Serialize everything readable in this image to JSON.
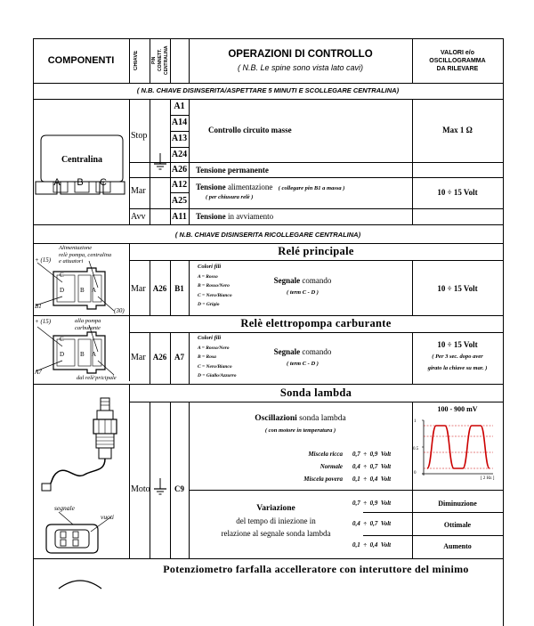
{
  "header": {
    "componenti": "COMPONENTI",
    "chiave": "CHIAVE",
    "pin_lines": [
      "PIN",
      "CONNETT.",
      "CENTRALINA"
    ],
    "operazioni_title": "OPERAZIONI DI CONTROLLO",
    "operazioni_sub": "( N.B. Le spine sono vista lato cavi)",
    "valori_lines": [
      "VALORI e/o",
      "OSCILLOGRAMMA",
      "DA RILEVARE"
    ]
  },
  "notes": {
    "nb1": "( N.B. CHIAVE DISINSERITA/ASPETTARE 5 MINUTI E SCOLLEGARE CENTRALINA)",
    "nb2": "( N.B. CHIAVE DISINSERITA RICOLLEGARE  CENTRALINA)"
  },
  "centralina": {
    "label": "Centralina",
    "conn": [
      "A",
      "B",
      "C"
    ],
    "stop": "Stop",
    "mar": "Mar",
    "avv": "Avv",
    "pins": [
      "A1",
      "A14",
      "A13",
      "A24",
      "A26",
      "A12",
      "A25",
      "A11"
    ],
    "controllo_masse": "Controllo circuito masse",
    "max": "Max  1 Ω",
    "tensione_perm": "Tensione permanente",
    "tens_alim_b": "Tensione",
    "tens_alim_n": " alimentazione",
    "tens_alim_note": "( collegare pin B1 a massa )",
    "tens_alim_note2": "( per chiusura relè )",
    "tens_avv_b": "Tensione",
    "tens_avv_n": " in avviamento",
    "range": "10  ÷  15  Volt"
  },
  "rele_principale": {
    "title": "Relé principale",
    "diag_top": [
      "Alimentazione",
      "relè pompa, centralina",
      "e attuatori"
    ],
    "diag_15": "+ (15)",
    "diag_b1": "B1",
    "diag_30": "(30)",
    "diag_letters": [
      "C",
      "D",
      "B",
      "A"
    ],
    "mar": "Mar",
    "pin1": "A26",
    "pin2": "B1",
    "colori_title": "Colori fili",
    "colori": [
      "A = Rosso",
      "B = Rosso/Nero",
      "C = Nero/Bianco",
      "D = Grigio"
    ],
    "segnale_b": "Segnale",
    "segnale_n": " comando",
    "term": "( term C - D )",
    "range": "10  ÷  15  Volt"
  },
  "rele_pompa": {
    "title": "Relè elettropompa carburante",
    "diag_15": "+ (15)",
    "diag_top": [
      "alla pompa",
      "carburante"
    ],
    "diag_a7": "A7",
    "diag_bottom": "dal relè'pricipale",
    "diag_letters": [
      "C",
      "D",
      "B",
      "A"
    ],
    "mar": "Mar",
    "pin1": "A26",
    "pin2": "A7",
    "colori_title": "Colori fili",
    "colori": [
      "A = Rosso/Nero",
      "B = Rosa",
      "C = Nero/Bianco",
      "D = Giallo/Azzurro"
    ],
    "segnale_b": "Segnale",
    "segnale_n": " comando",
    "term": "( term C - D )",
    "range": "10  ÷  15  Volt",
    "range_note1": "( Per 3 sec. dopo aver",
    "range_note2": "girato la chiave su mar. )"
  },
  "sonda": {
    "title": "Sonda lambda",
    "segnale": "segnale",
    "vuoti": "vuoti",
    "moto": "Moto",
    "pin": "C9",
    "osc_b": "Oscillazioni",
    "osc_n": " sonda lambda",
    "osc_sub": "( con motore in temperatura )",
    "miscele": [
      {
        "label": "Miscela ricca",
        "value": "0,7  ÷  0,9  Volt"
      },
      {
        "label": "Normale",
        "value": "0,4  ÷  0,7  Volt"
      },
      {
        "label": "Miscela povera",
        "value": "0,1  ÷  0,4  Volt"
      }
    ],
    "chart_title": "100 - 900  mV",
    "chart_hz": "[ 2 Hz ]",
    "chart_y": [
      "1",
      "0.5",
      "0"
    ],
    "variazione_title": "Variazione",
    "variazione_l1": "del tempo di iniezione in",
    "variazione_l2": "relazione al segnale sonda lambda",
    "var_rows": [
      {
        "value": "0,7  ÷  0,9  Volt",
        "result": "Diminuzione"
      },
      {
        "value": "0,4  ÷  0,7  Volt",
        "result": "Ottimale"
      },
      {
        "value": "0,1  ÷  0,4  Volt",
        "result": "Aumento"
      }
    ]
  },
  "potenziometro": {
    "title": "Potenziometro farfalla accelleratore con interuttore del minimo"
  },
  "chart_data": {
    "type": "line",
    "title": "100 - 900  mV",
    "xlabel": "[ 2 Hz ]",
    "ylabel": "",
    "ylim": [
      0,
      1
    ],
    "yticks": [
      0,
      0.5,
      1
    ],
    "series": [
      {
        "values": [
          0.1,
          0.9,
          0.9,
          0.1,
          0.1,
          0.9,
          0.9,
          0.1
        ]
      }
    ],
    "colors": {
      "signal": "#cc0000",
      "reference": "#cc0000"
    }
  }
}
